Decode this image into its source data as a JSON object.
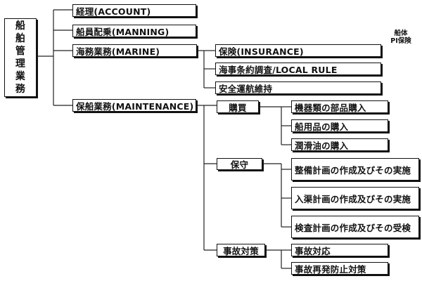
{
  "root": {
    "chars": [
      "船",
      "舶",
      "管",
      "理",
      "業",
      "務"
    ]
  },
  "level1": {
    "account": "経理(ACCOUNT)",
    "manning": "船員配乗(MANNING)",
    "marine": "海務業務(MARINE)",
    "maintenance": "保船業務(MAINTENANCE)"
  },
  "marine": {
    "insurance": "保険(INSURANCE)",
    "local_rule": "海事条約調査/LOCAL RULE",
    "safety": "安全運航維持",
    "insurance_note": [
      "船体",
      "PI保険"
    ]
  },
  "maintenance": {
    "purchase": "購買",
    "upkeep": "保守",
    "accident": "事故対策"
  },
  "purchase": {
    "machinery": "機器類の部品購入",
    "ship_supplies": "船用品の購入",
    "lubricant": "潤滑油の購入"
  },
  "upkeep": {
    "maintenance_plan": "整備計画の作成及びその実施",
    "docking_plan": "入渠計画の作成及びその実施",
    "inspection_plan": "検査計画の作成及びその受検"
  },
  "accident": {
    "response": "事故対応",
    "prevention": "事故再発防止対策"
  }
}
